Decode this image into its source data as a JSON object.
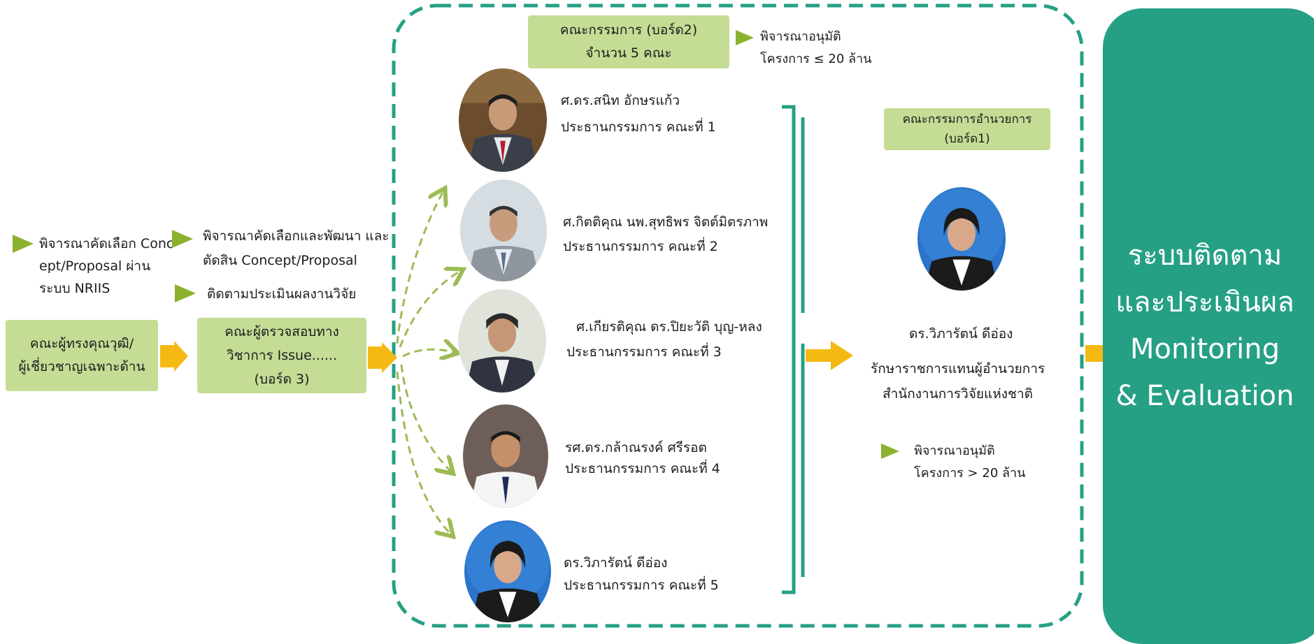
{
  "left": {
    "bullet1": [
      "พิจารณาคัดเลือก Conc",
      "ept/Proposal ผ่าน",
      "ระบบ NRIIS"
    ],
    "bullet2": [
      "พิจารณาคัดเลือกและพัฒนา และ",
      "ตัดสิน Concept/Proposal"
    ],
    "bullet3": "ติดตามประเมินผลงานวิจัย",
    "box1": [
      "คณะผู้ทรงคุณวุฒิ/",
      "ผู้เชี่ยวชาญเฉพาะด้าน"
    ],
    "box2": [
      "คณะผู้ตรวจสอบทาง",
      "วิชาการ Issue......",
      "(บอร์ด 3)"
    ]
  },
  "board2": {
    "header": [
      "คณะกรรมการ  (บอร์ด2)",
      "จำนวน 5 คณะ"
    ],
    "note": [
      "พิจารณาอนุมัติ",
      "โครงการ ≤ 20 ล้าน"
    ],
    "chairs": [
      {
        "name": "ศ.ดร.สนิท อักษรแก้ว",
        "role": "ประธานกรรมการ คณะที่ 1"
      },
      {
        "name": "ศ.กิตติคุณ นพ.สุทธิพร จิตต์มิตรภาพ",
        "role": "ประธานกรรมการ คณะที่ 2"
      },
      {
        "name": "ศ.เกียรติคุณ ดร.ปิยะวัติ บุญ-หลง",
        "role": "ประธานกรรมการ คณะที่ 3"
      },
      {
        "name": "รศ.ดร.กล้าณรงค์ ศรีรอต",
        "role": "ประธานกรรมการ คณะที่ 4"
      },
      {
        "name": "ดร.วิภารัตน์ ดีอ่อง",
        "role": "ประธานกรรมการ คณะที่ 5"
      }
    ]
  },
  "board1": {
    "header": [
      "คณะกรรมการอำนวยการ",
      "(บอร์ด1)"
    ],
    "name": "ดร.วิภารัตน์ ดีอ่อง",
    "title": [
      "รักษาราชการแทนผู้อำนวยการ",
      "สำนักงานการวิจัยแห่งชาติ"
    ],
    "note": [
      "พิจารณาอนุมัติ",
      "โครงการ > 20 ล้าน"
    ]
  },
  "panel": [
    "ระบบติดตาม",
    "และประเมินผล",
    "Monitoring",
    "& Evaluation"
  ],
  "colors": {
    "green_box": "#c5dc95",
    "teal": "#26a084",
    "arrow_yellow": "#f5b914",
    "bullet_green": "#8bb12e",
    "dashed_green": "#9dbb55"
  },
  "icons": [
    "play-bullet-icon",
    "block-arrow-icon",
    "person-photo-icon",
    "bracket-icon",
    "dashed-curve-arrow-icon"
  ]
}
